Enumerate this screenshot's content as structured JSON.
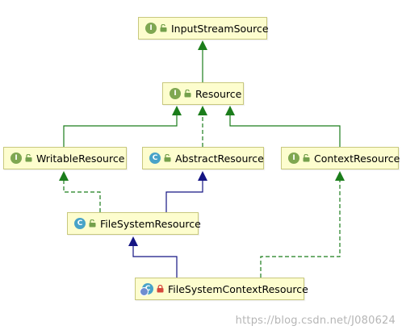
{
  "diagram": {
    "nodes": [
      {
        "id": "inputstreamsource",
        "kind": "I",
        "access": "public",
        "label": "InputStreamSource"
      },
      {
        "id": "resource",
        "kind": "I",
        "access": "public",
        "label": "Resource"
      },
      {
        "id": "writableresource",
        "kind": "I",
        "access": "public",
        "label": "WritableResource"
      },
      {
        "id": "abstractresource",
        "kind": "C",
        "access": "public",
        "label": "AbstractResource"
      },
      {
        "id": "contextresource",
        "kind": "I",
        "access": "public",
        "label": "ContextResource"
      },
      {
        "id": "filesystemresource",
        "kind": "C",
        "access": "public",
        "label": "FileSystemResource"
      },
      {
        "id": "filesystemcontextresource",
        "kind": "C",
        "access": "private",
        "label": "FileSystemContextResource"
      }
    ],
    "edges": [
      {
        "from": "resource",
        "to": "inputstreamsource",
        "type": "extends"
      },
      {
        "from": "writableresource",
        "to": "resource",
        "type": "extends"
      },
      {
        "from": "abstractresource",
        "to": "resource",
        "type": "implements"
      },
      {
        "from": "contextresource",
        "to": "resource",
        "type": "extends"
      },
      {
        "from": "filesystemresource",
        "to": "writableresource",
        "type": "implements"
      },
      {
        "from": "filesystemresource",
        "to": "abstractresource",
        "type": "class-extends"
      },
      {
        "from": "filesystemcontextresource",
        "to": "filesystemresource",
        "type": "class-extends"
      },
      {
        "from": "filesystemcontextresource",
        "to": "contextresource",
        "type": "implements"
      }
    ]
  },
  "colors": {
    "node_fill": "#fdfdce",
    "node_border": "#c8c87e",
    "interface_edge": "#1b7d1b",
    "class_edge": "#141483"
  },
  "watermark": "https://blog.csdn.net/J080624"
}
